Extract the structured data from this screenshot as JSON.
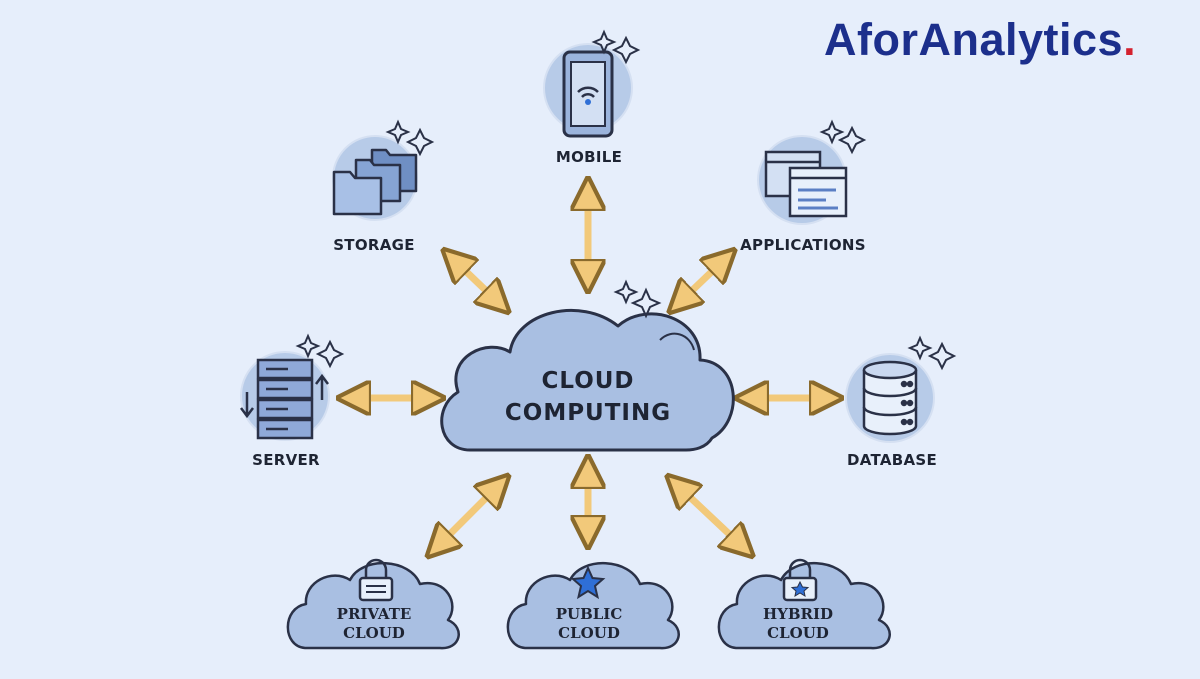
{
  "brand": {
    "name": "AforAnalytics",
    "dot": "."
  },
  "colors": {
    "background": "#e6eefb",
    "brand": "#1c2f8c",
    "brand_dot": "#d4212e",
    "icon_fill": "#b7cbe8",
    "outline": "#2a3147",
    "arrow": "#f2c97a",
    "cloud": "#a9bfe2"
  },
  "hub": {
    "line1": "CLOUD",
    "line2": "COMPUTING",
    "icon": "cloud-icon"
  },
  "nodes": {
    "mobile": {
      "label": "MOBILE",
      "icon": "mobile-phone-icon"
    },
    "storage": {
      "label": "STORAGE",
      "icon": "folders-icon"
    },
    "applications": {
      "label": "APPLICATIONS",
      "icon": "app-windows-icon"
    },
    "server": {
      "label": "SERVER",
      "icon": "server-rack-icon"
    },
    "database": {
      "label": "DATABASE",
      "icon": "database-icon"
    },
    "private_cloud": {
      "line1": "PRIVATE",
      "line2": "CLOUD",
      "icon": "padlock-icon"
    },
    "public_cloud": {
      "line1": "PUBLIC",
      "line2": "CLOUD",
      "icon": "star-icon"
    },
    "hybrid_cloud": {
      "line1": "HYBRID",
      "line2": "CLOUD",
      "icon": "lock-star-icon"
    }
  }
}
